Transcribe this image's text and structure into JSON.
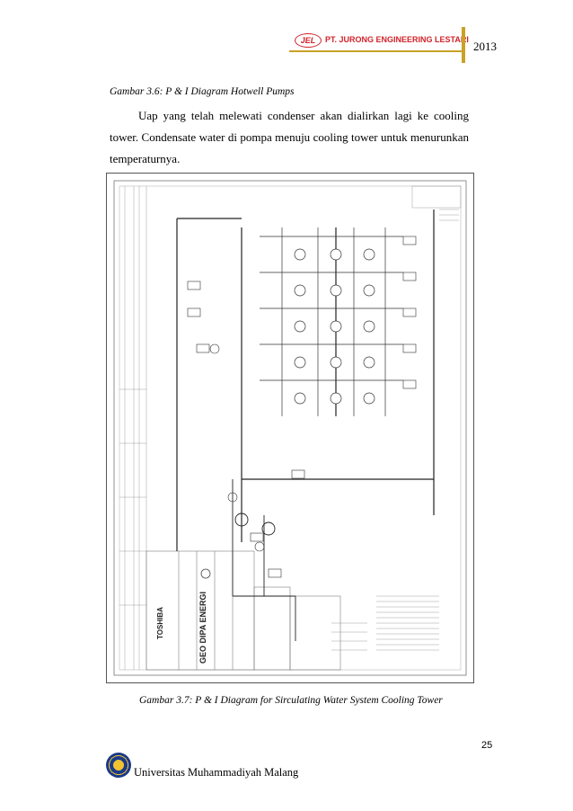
{
  "header": {
    "logo_text": "JEL",
    "company": "PT. JURONG ENGINEERING LESTARI",
    "year": "2013",
    "accent_color": "#d2232a",
    "rule_color": "#c9a227"
  },
  "figure_1": {
    "caption": "Gambar 3.6: P & I Diagram Hotwell Pumps"
  },
  "paragraph": {
    "text": "Uap yang telah melewati condenser akan dialirkan lagi ke cooling tower. Condensate water di pompa menuju cooling tower untuk menurunkan temperaturnya."
  },
  "figure_2": {
    "caption": "Gambar 3.7: P & I Diagram for Sirculating Water System Cooling Tower",
    "title_block": {
      "client": "GEO DIPA ENERGI",
      "vendor": "TOSHIBA"
    }
  },
  "footer": {
    "page_number": "25",
    "university": "Universitas Muhammadiyah Malang"
  }
}
